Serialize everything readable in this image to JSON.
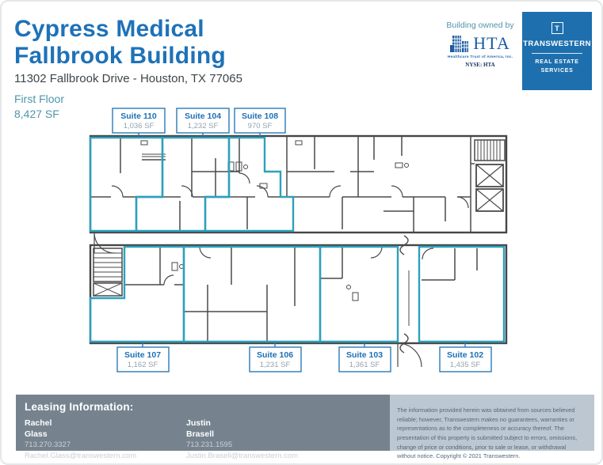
{
  "header": {
    "title_line1": "Cypress Medical",
    "title_line2": "Fallbrook Building",
    "address": "11302 Fallbrook Drive -  Houston, TX 77065",
    "floor_label": "First Floor",
    "floor_area": "8,427 SF"
  },
  "branding": {
    "owned_by": "Building owned by",
    "hta_name": "HTA",
    "hta_sub": "Healthcare Trust of America, Inc.",
    "hta_ticker": "NYSE: HTA",
    "tw_icon": "T",
    "tw_name": "TRANSWESTERN",
    "tw_sub1": "REAL ESTATE",
    "tw_sub2": "SERVICES"
  },
  "suites": {
    "top": [
      {
        "name": "Suite 110",
        "area": "1,036 SF"
      },
      {
        "name": "Suite 104",
        "area": "1,232 SF"
      },
      {
        "name": "Suite 108",
        "area": "970 SF"
      }
    ],
    "bottom": [
      {
        "name": "Suite 107",
        "area": "1,162 SF"
      },
      {
        "name": "Suite 106",
        "area": "1,231 SF"
      },
      {
        "name": "Suite 103",
        "area": "1,361 SF"
      },
      {
        "name": "Suite 102",
        "area": "1,435 SF"
      }
    ]
  },
  "leasing": {
    "heading": "Leasing Information:",
    "contacts": [
      {
        "first": "Rachel",
        "last": "Glass",
        "phone": "713.270.3327",
        "email": "Rachel.Glass@transwestern.com"
      },
      {
        "first": "Justin",
        "last": "Brasell",
        "phone": "713.231.1595",
        "email": "Justin.Brasell@transwestern.com"
      }
    ],
    "disclaimer": "The information provided herein was obtained from sources believed reliable; however, Transwestern makes no guarantees, warranties or representations as to the completeness or accuracy thereof. The presentation of this property is submitted subject to errors, omissions, change of price or conditions, prior to sale or lease, or withdrawal without notice. Copyright © 2021 Transwestern."
  },
  "colors": {
    "title_blue": "#1e72b8",
    "floor_teal": "#4f95ad",
    "suite_outline_teal": "#2ea0bc",
    "suite_label_blue": "#2b7ab8",
    "wall_gray": "#454545",
    "band_gray": "#76838f",
    "disclaimer_bg": "#bcc7d1",
    "transwestern_blue": "#1d6fae",
    "hta_blue": "#1b5ca3"
  }
}
